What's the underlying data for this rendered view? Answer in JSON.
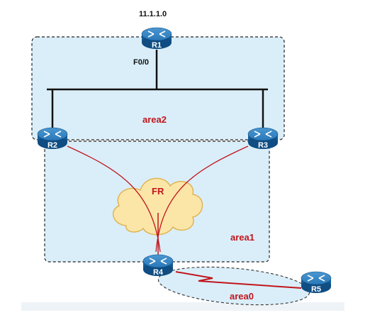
{
  "labels": {
    "top_ip": "11.1.1.0",
    "interface": "F0/0",
    "fr_cloud": "FR"
  },
  "areas": [
    {
      "id": "area2",
      "label": "area2"
    },
    {
      "id": "area1",
      "label": "area1"
    },
    {
      "id": "area0",
      "label": "area0"
    }
  ],
  "routers": [
    {
      "id": "r1",
      "label": "R1"
    },
    {
      "id": "r2",
      "label": "R2"
    },
    {
      "id": "r3",
      "label": "R3"
    },
    {
      "id": "r4",
      "label": "R4"
    },
    {
      "id": "r5",
      "label": "R5"
    }
  ],
  "colors": {
    "area_fill": "#daeef9",
    "link_red": "#c0161d",
    "cloud_fill": "#fbe6a8",
    "router_blue": "#1f6fae"
  }
}
